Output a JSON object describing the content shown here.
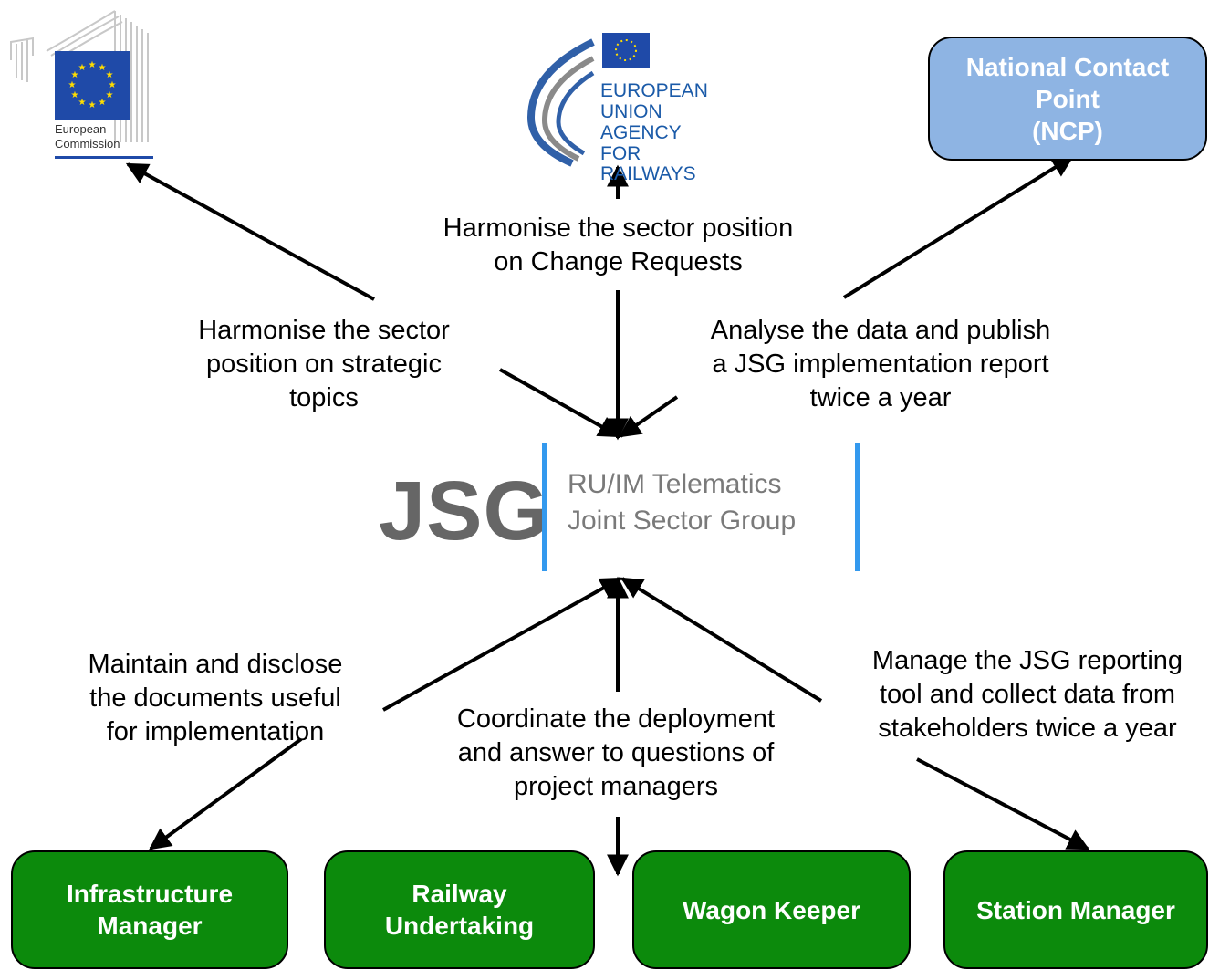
{
  "logos": {
    "european_commission": {
      "line1": "European",
      "line2": "Commission",
      "flag_color": "#1f4aa8"
    },
    "agency": {
      "lines": [
        "EUROPEAN",
        "UNION",
        "AGENCY",
        "FOR RAILWAYS"
      ],
      "text_color": "#1a5aa8"
    },
    "jsg": {
      "acronym": "JSG",
      "line1": "RU/IM Telematics",
      "line2": "Joint Sector Group",
      "bar_color": "#3399ee"
    }
  },
  "top_labels": {
    "agency_action": "Harmonise the sector position\non Change Requests",
    "commission_action": "Harmonise the sector\nposition on strategic\ntopics",
    "ncp_action": "Analyse the data and publish\na JSG implementation report\ntwice a year"
  },
  "ncp_box": {
    "label": "National Contact\nPoint\n(NCP)",
    "color": "#8eb4e3"
  },
  "bottom_labels": {
    "im_action": "Maintain and disclose\nthe documents useful\nfor implementation",
    "ru_action": "Coordinate the deployment\nand answer to questions of\nproject managers",
    "sm_action": "Manage the JSG reporting\ntool and collect data from\nstakeholders twice a year"
  },
  "stakeholders": [
    {
      "label": "Infrastructure\nManager"
    },
    {
      "label": "Railway\nUndertaking"
    },
    {
      "label": "Wagon Keeper"
    },
    {
      "label": "Station Manager"
    }
  ],
  "colors": {
    "stakeholder_green": "#0c8a0c",
    "arrow": "#000000"
  }
}
